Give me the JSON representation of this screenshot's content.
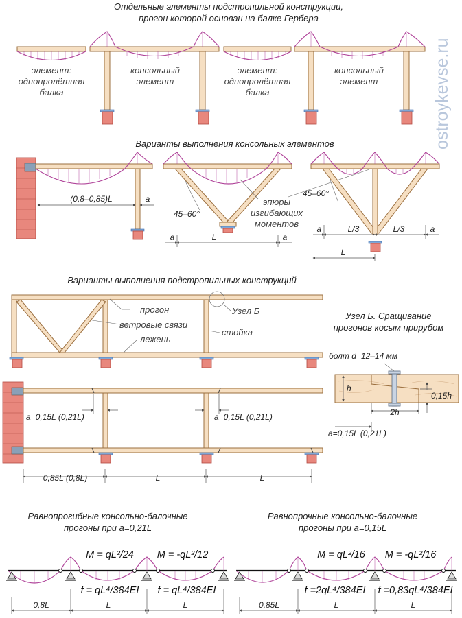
{
  "watermark": "ostroykevse.ru",
  "section1": {
    "title_line1": "Отдельные элементы подстропильной конструкции,",
    "title_line2": "прогон которой основан на балке Гербера",
    "labels": {
      "single_span_1": [
        "элемент:",
        "однопролётная",
        "балка"
      ],
      "cantilever_1": [
        "консольный",
        "элемент"
      ],
      "single_span_2": [
        "элемент:",
        "однопролётная",
        "балка"
      ],
      "cantilever_2": [
        "консольный",
        "элемент"
      ]
    }
  },
  "section2": {
    "title": "Варианты выполнения консольных элементов",
    "dim_cantilever_span": "(0,8–0,85)L",
    "dim_a": "a",
    "angle_1": "45–60°",
    "angle_2": "45–60°",
    "moment_label": [
      "эпюры",
      "изгибающих",
      "моментов"
    ],
    "dim_L": "L",
    "dim_L3": "L/3"
  },
  "section3": {
    "title": "Варианты выполнения подстропильных конструкций",
    "label_purlin": "прогон",
    "label_wind_braces": "ветровые связи",
    "label_beam": "лежень",
    "label_post": "стойка",
    "label_node": "Узел Б",
    "node_title_line1": "Узел Б. Сращивание",
    "node_title_line2": "прогонов косым прирубом",
    "bolt_label": "болт d=12–14 мм",
    "node_h": "h",
    "node_2h": "2h",
    "node_015h": "0,15h",
    "node_a": "a=0,15L (0,21L)",
    "dim_a_left": "a=0,15L (0,21L)",
    "dim_a_right": "a=0,15L (0,21L)",
    "dim_085": "0,85L (0,8L)",
    "dim_L": "L"
  },
  "section4": {
    "left": {
      "title_line1": "Равнопрогибные консольно-балочные",
      "title_line2": "прогоны при a=0,21L",
      "m1": "M = qL²/24",
      "m2": "M = -qL²/12",
      "f1": "f = qL⁴/384EI",
      "f2": "f = qL⁴/384EI",
      "dim_first": "0,8L",
      "dim_L": "L"
    },
    "right": {
      "title_line1": "Равнопрочные консольно-балочные",
      "title_line2": "прогоны при a=0,15L",
      "m1": "M = qL²/16",
      "m2": "M = -qL²/16",
      "f1": "f =2qL⁴/384EI",
      "f2": "f =0,83qL⁴/384EI",
      "dim_first": "0,85L",
      "dim_L": "L"
    }
  }
}
